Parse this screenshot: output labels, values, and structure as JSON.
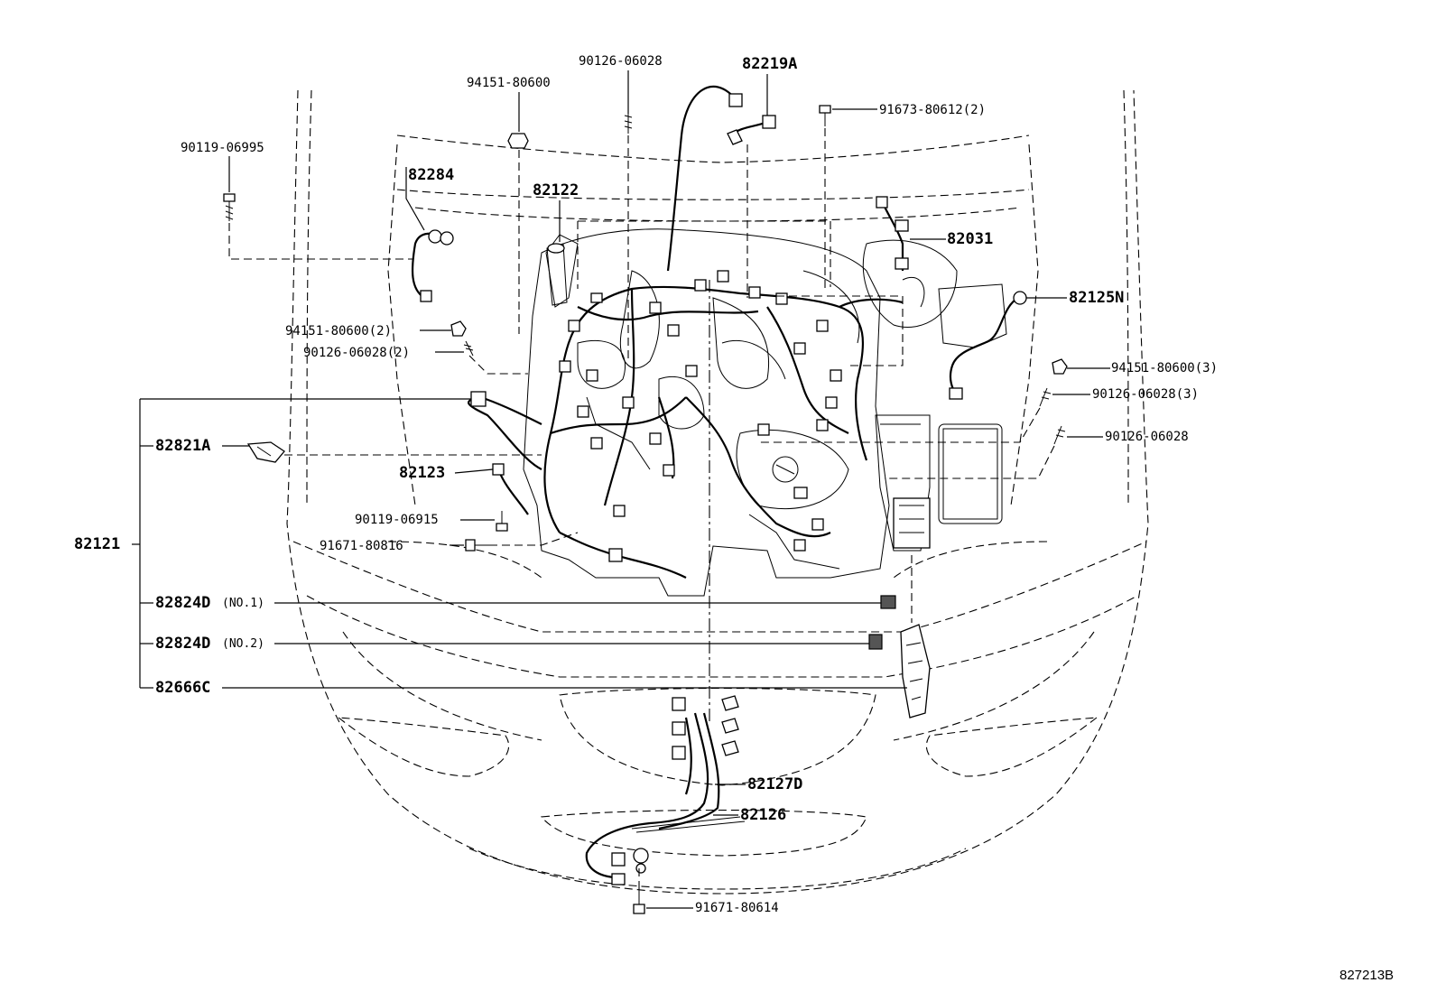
{
  "diagram": {
    "labels": {
      "p82219A": "82219A",
      "p82284": "82284",
      "p82122": "82122",
      "p82031": "82031",
      "p82125N": "82125N",
      "p82821A": "82821A",
      "p82123": "82123",
      "p82121": "82121",
      "p82824D_1": "82824D",
      "p82824D_1_note": "(NO.1)",
      "p82824D_2": "82824D",
      "p82824D_2_note": "(NO.2)",
      "p82666C": "82666C",
      "p82127D": "82127D",
      "p82126": "82126",
      "f90126_06028_top": "90126-06028",
      "f94151_80600_top": "94151-80600",
      "f90119_06995": "90119-06995",
      "f91673_80612": "91673-80612(2)",
      "f94151_80600_2": "94151-80600(2)",
      "f90126_06028_2": "90126-06028(2)",
      "f94151_80600_3": "94151-80600(3)",
      "f90126_06028_3": "90126-06028(3)",
      "f90126_06028_right": "90126-06028",
      "f90119_06915": "90119-06915",
      "f91671_80816": "91671-80816",
      "f91671_80614": "91671-80614"
    },
    "reference": "827213B"
  }
}
